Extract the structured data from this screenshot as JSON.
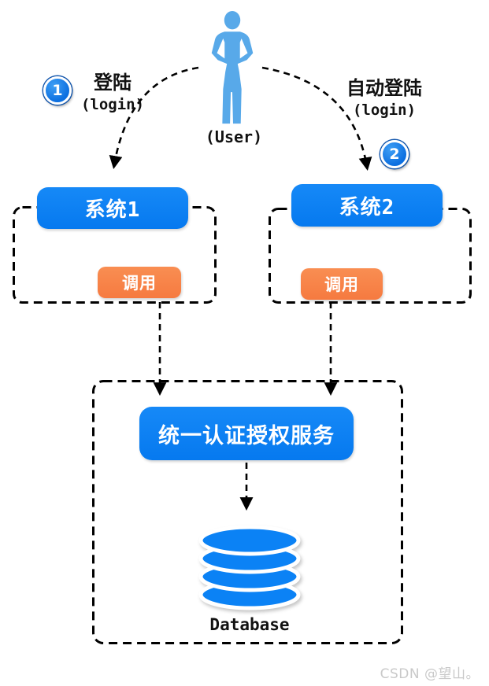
{
  "colors": {
    "primary_blue": "#0b82f5",
    "person_blue": "#58a9e9",
    "orange": "#f8834a",
    "badge_blue": "#1173e8",
    "text_black": "#111111",
    "watermark_gray": "#c9c9c9"
  },
  "top": {
    "user_label": "(User)",
    "left_step": {
      "badge": "1",
      "title": "登陆",
      "subtitle": "(login)"
    },
    "right_step": {
      "badge": "2",
      "title": "自动登陆",
      "subtitle": "(login)"
    }
  },
  "systems": {
    "system1": {
      "title": "系统1",
      "call_label": "调用"
    },
    "system2": {
      "title": "系统2",
      "call_label": "调用"
    }
  },
  "sso": {
    "service_label": "统一认证授权服务",
    "database_label": "Database"
  },
  "watermark": "CSDN @望山。"
}
